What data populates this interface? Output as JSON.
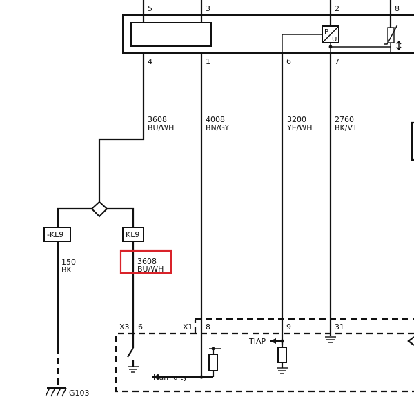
{
  "module_top": {
    "pins_top": [
      "5",
      "3",
      "2",
      "8"
    ],
    "pins_bottom": [
      "4",
      "1",
      "6",
      "7"
    ],
    "sensor_symbol": {
      "p": "P",
      "u": "U"
    }
  },
  "wires": {
    "w4": {
      "circuit": "3608",
      "color": "BU/WH"
    },
    "w1": {
      "circuit": "4008",
      "color": "BN/GY"
    },
    "w6": {
      "circuit": "3200",
      "color": "YE/WH"
    },
    "w7": {
      "circuit": "2760",
      "color": "BK/VT"
    },
    "kl9_minus": {
      "circuit": "150",
      "color": "BK"
    },
    "kl9_plus": {
      "circuit": "3608",
      "color": "BU/WH"
    }
  },
  "connectors": {
    "kl9_minus": "-KL9",
    "kl9": "KL9",
    "x3": "X3",
    "x3_pin": "6",
    "x1": "X1",
    "x1_pins": [
      "8",
      "9",
      "31"
    ]
  },
  "components": {
    "humidity": "Humidity",
    "tiap": "TIAP",
    "ground": "G103"
  },
  "highlight_color": "#d9232a"
}
